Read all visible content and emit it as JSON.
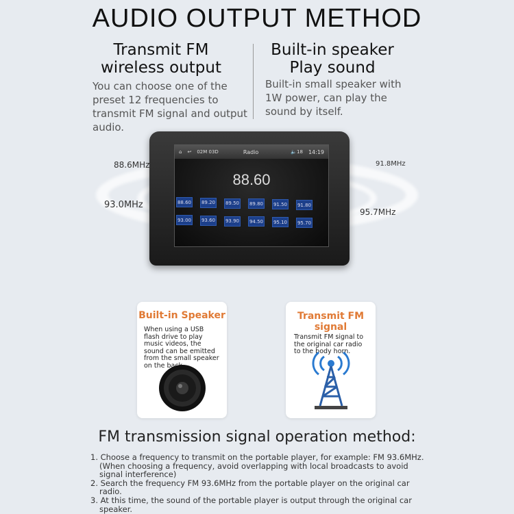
{
  "title": "AUDIO OUTPUT METHOD",
  "left": {
    "heading1": "Transmit FM",
    "heading2": "wireless output",
    "desc": "You can choose one of the preset 12 frequencies to transmit FM signal and output audio."
  },
  "right": {
    "heading1": "Built-in speaker",
    "heading2": "Play sound",
    "desc": "Built-in small speaker with 1W power, can play the sound by itself."
  },
  "freq_labels": [
    "88.6MHz",
    "93.0MHz",
    "91.8MHz",
    "95.7MHz"
  ],
  "device": {
    "status_time_code": "02M 03D",
    "screen_title": "Radio",
    "volume": "18",
    "clock": "14:19",
    "current_frequency": "88.60",
    "presets": [
      "88.60",
      "89.20",
      "89.50",
      "89.80",
      "91.50",
      "91.80",
      "93.00",
      "93.60",
      "93.90",
      "94.50",
      "95.10",
      "95.70"
    ]
  },
  "cards": [
    {
      "title": "Built-in Speaker",
      "text": "When using a USB flash drive to play music videos, the sound can be emitted from the small speaker on the back.",
      "icon": "speaker-icon"
    },
    {
      "title": "Transmit FM signal",
      "text": "Transmit FM signal to the original car radio to the body horn.",
      "icon": "radio-tower-icon"
    }
  ],
  "method": {
    "heading": "FM transmission signal operation method:",
    "steps": [
      "1. Choose a frequency to transmit on the portable player, for example: FM 93.6MHz. (When choosing a frequency, avoid overlapping with local broadcasts to avoid signal interference)",
      "2. Search the frequency FM 93.6MHz from the portable player on the original car radio.",
      "3. At this time, the sound of the portable player is output through the original car speaker."
    ]
  },
  "colors": {
    "accent": "#e07a35",
    "preset_button": "#1c3f8a",
    "background": "#e7ebf0"
  }
}
